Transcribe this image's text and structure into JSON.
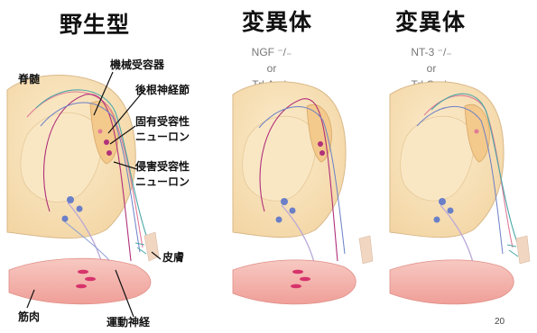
{
  "panels": {
    "wildtype": {
      "title": "野生型"
    },
    "mutant1": {
      "title": "変異体",
      "genotype_line1": "NGF ⁻/₋",
      "genotype_or": "or",
      "genotype_line2": "TrkA ⁻/₋"
    },
    "mutant2": {
      "title": "変異体",
      "genotype_line1": "NT-3 ⁻/₋",
      "genotype_or": "or",
      "genotype_line2": "TrkC ⁻/₋"
    }
  },
  "labels": {
    "spinal_cord": "脊髄",
    "mechanoreceptor": "機械受容器",
    "drg": "後根神経節",
    "proprio_line1": "固有受容性",
    "proprio_line2": "ニューロン",
    "nocicept_line1": "侵害受容性",
    "nocicept_line2": "ニューロン",
    "skin": "皮膚",
    "muscle": "筋肉",
    "motor_nerve": "運動神経"
  },
  "page_number": "20",
  "colors": {
    "spinal_cord_fill": "#f6ddb0",
    "spinal_cord_edge": "#d9b98a",
    "muscle_fill": "#f4b9b3",
    "sensory_blue": "#6a7fc7",
    "proprio_magenta": "#b0307a",
    "nocicept_pink": "#e07a98",
    "mechano_teal": "#4aa7a7",
    "motor_lavender": "#b9a7d8",
    "skin_fill": "#f1d7c2"
  }
}
